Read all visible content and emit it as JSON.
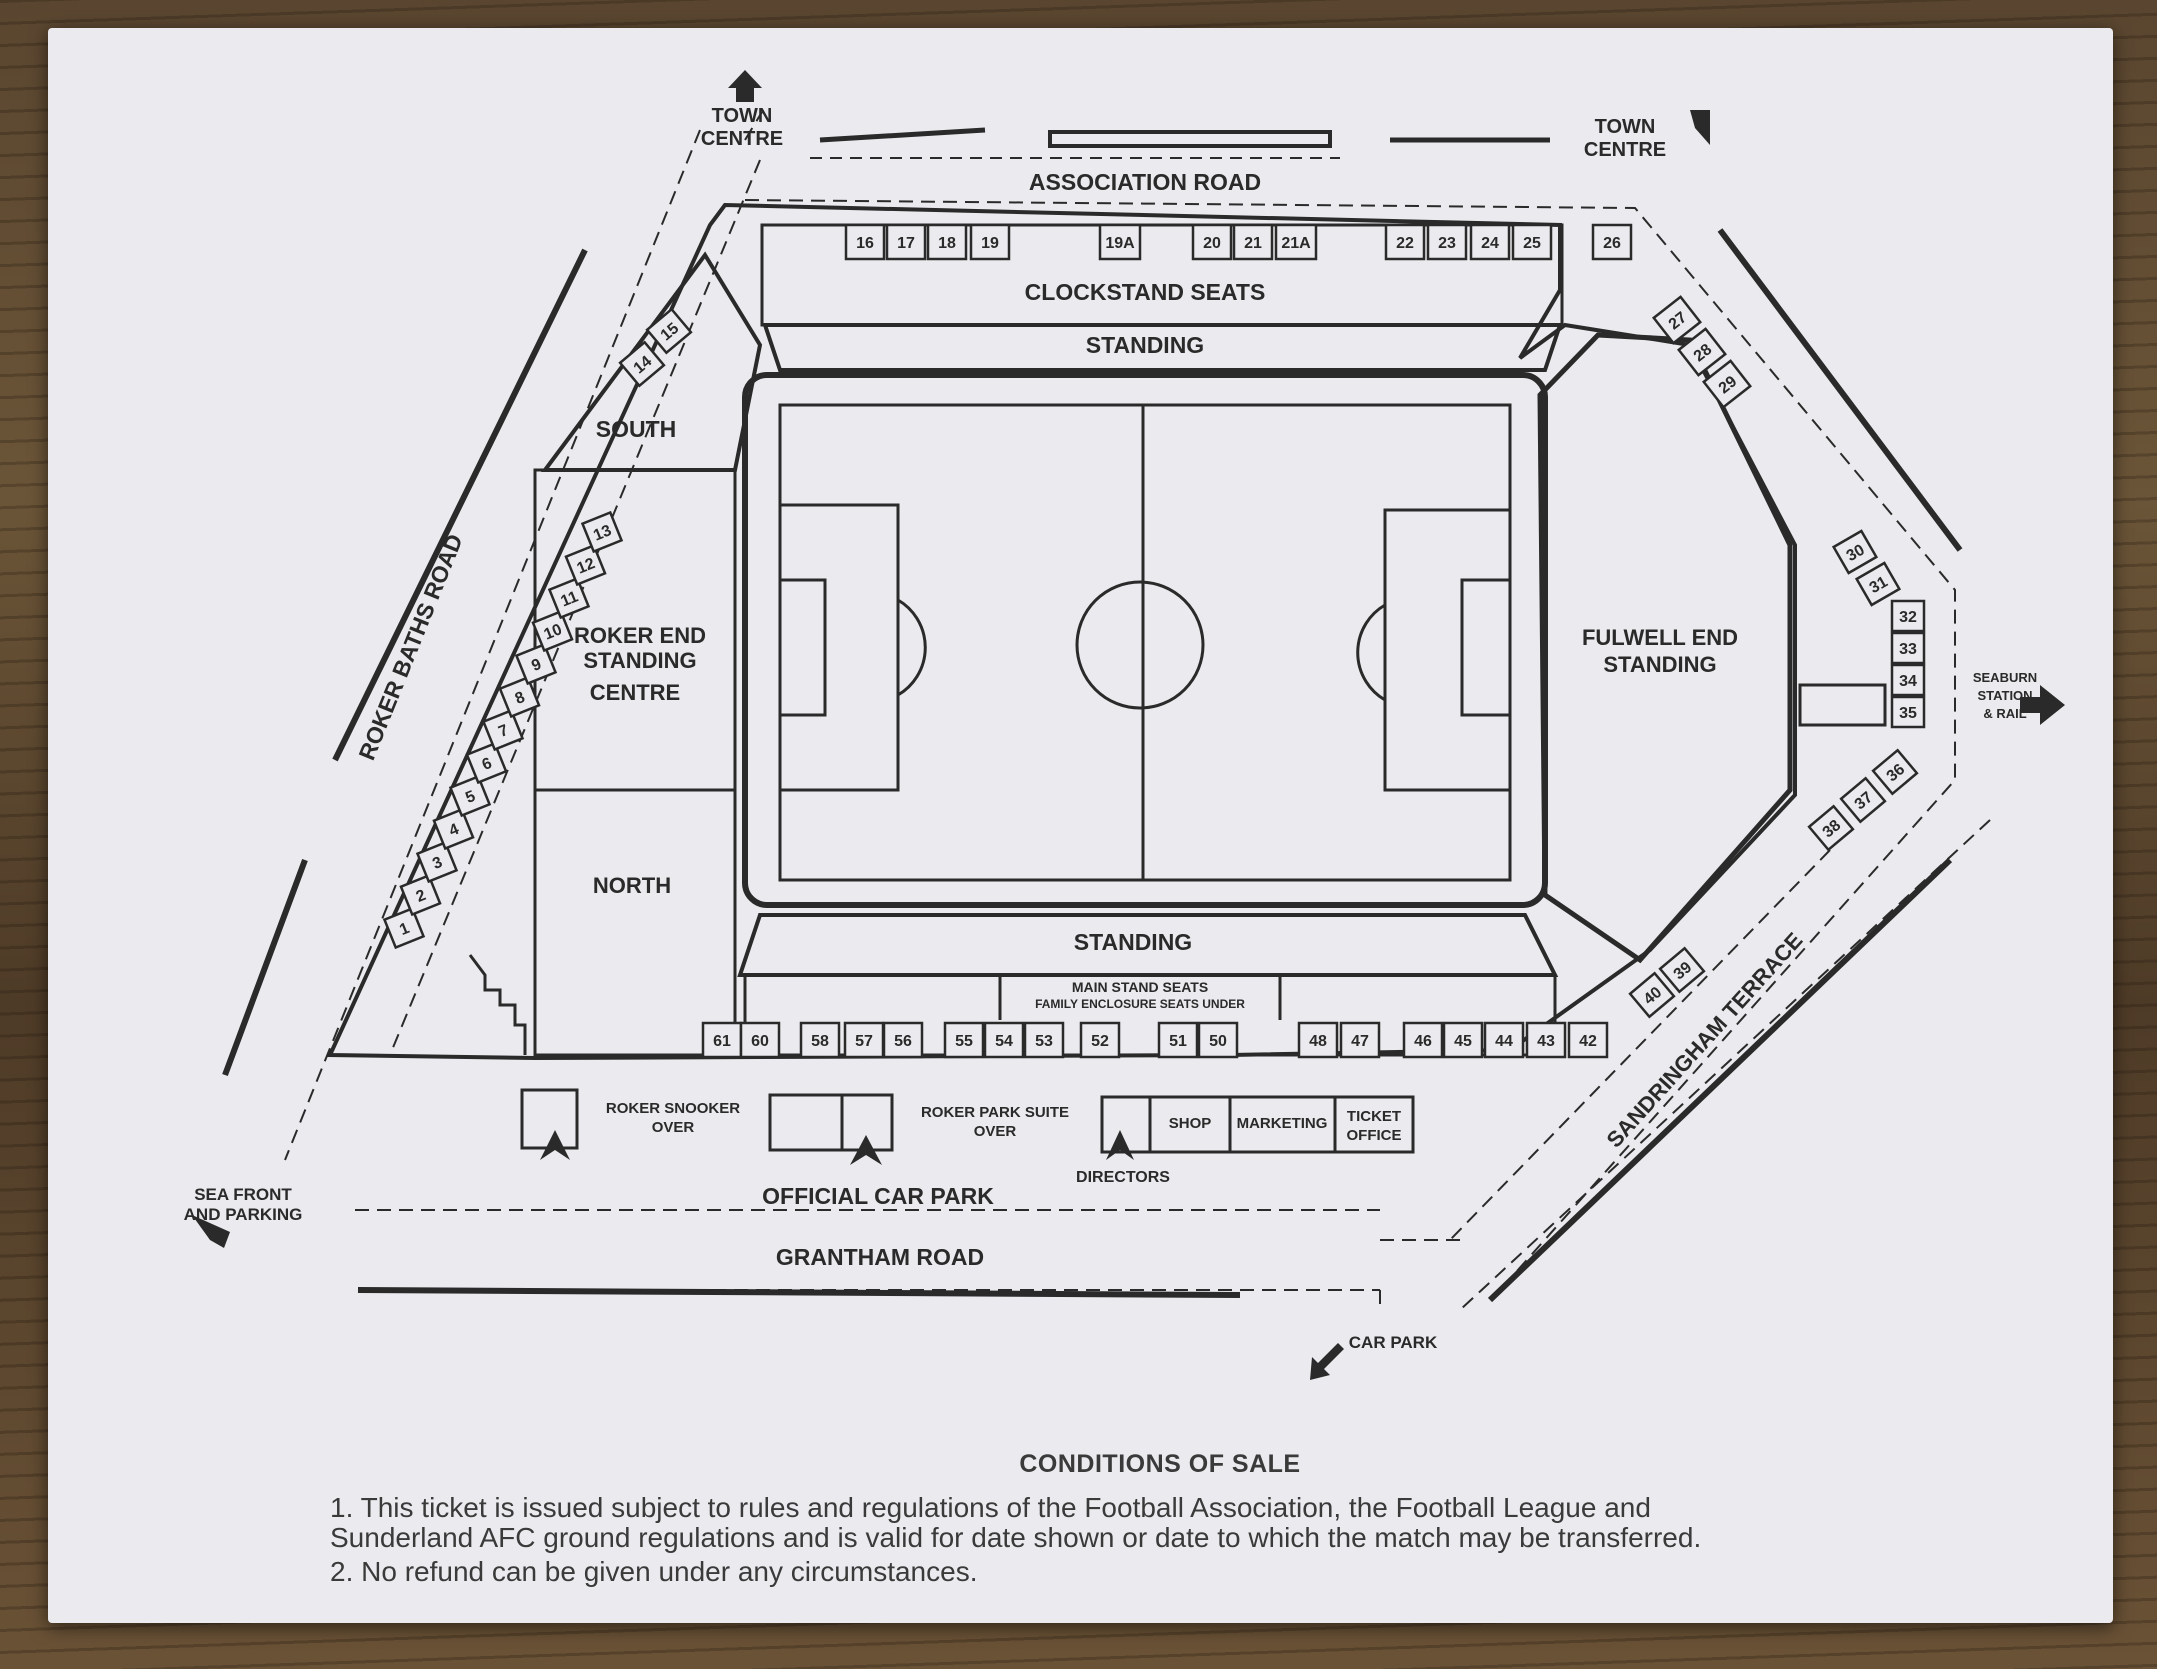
{
  "roads": {
    "association": "ASSOCIATION ROAD",
    "roker_baths": "ROKER BATHS ROAD",
    "grantham": "GRANTHAM ROAD",
    "sandringham": "SANDRINGHAM TERRACE"
  },
  "directions": {
    "town_centre_a_1": "TOWN",
    "town_centre_a_2": "CENTRE",
    "town_centre_b_1": "TOWN",
    "town_centre_b_2": "CENTRE",
    "seaburn_1": "SEABURN",
    "seaburn_2": "STATION",
    "seaburn_3": "& RAIL",
    "sea_front_1": "SEA FRONT",
    "sea_front_2": "AND PARKING",
    "car_park": "CAR PARK"
  },
  "areas": {
    "clockstand": "CLOCKSTAND SEATS",
    "standing_top": "STANDING",
    "standing_bottom": "STANDING",
    "south": "SOUTH",
    "roker_1": "ROKER END",
    "roker_2": "STANDING",
    "roker_3": "CENTRE",
    "north": "NORTH",
    "fulwell_1": "FULWELL END",
    "fulwell_2": "STANDING",
    "main_stand_1": "MAIN STAND SEATS",
    "main_stand_2": "FAMILY ENCLOSURE SEATS UNDER"
  },
  "buildings": {
    "snooker_1": "ROKER SNOOKER",
    "snooker_2": "OVER",
    "suite_1": "ROKER PARK SUITE",
    "suite_2": "OVER",
    "shop": "SHOP",
    "marketing": "MARKETING",
    "ticket_1": "TICKET",
    "ticket_2": "OFFICE",
    "directors": "DIRECTORS",
    "official_car_park": "OFFICIAL CAR PARK"
  },
  "gates": {
    "top": [
      "16",
      "17",
      "18",
      "19",
      "19A",
      "20",
      "21",
      "21A",
      "22",
      "23",
      "24",
      "25",
      "26"
    ],
    "top_right": [
      "27",
      "28",
      "29"
    ],
    "right": [
      "30",
      "31",
      "32",
      "33",
      "34",
      "35"
    ],
    "bottom_right": [
      "36",
      "37",
      "38"
    ],
    "sandringham": [
      "39",
      "40"
    ],
    "bottom_main": [
      "61",
      "60",
      "58",
      "57",
      "56",
      "55",
      "54",
      "53",
      "52",
      "51",
      "50",
      "48",
      "47",
      "46",
      "45",
      "44",
      "43",
      "42"
    ],
    "left": [
      "1",
      "2",
      "3",
      "4",
      "5",
      "6",
      "7",
      "8",
      "9",
      "10",
      "11",
      "12",
      "13"
    ],
    "south": [
      "14",
      "15"
    ]
  },
  "conditions": {
    "title": "CONDITIONS OF SALE",
    "line1": "1.   This ticket is issued subject to rules and regulations of the Football Association, the Football League and",
    "line2": "Sunderland AFC ground regulations and is valid for date shown or date to which the match may be transferred.",
    "line3": "2.   No refund can be given under any circumstances."
  }
}
